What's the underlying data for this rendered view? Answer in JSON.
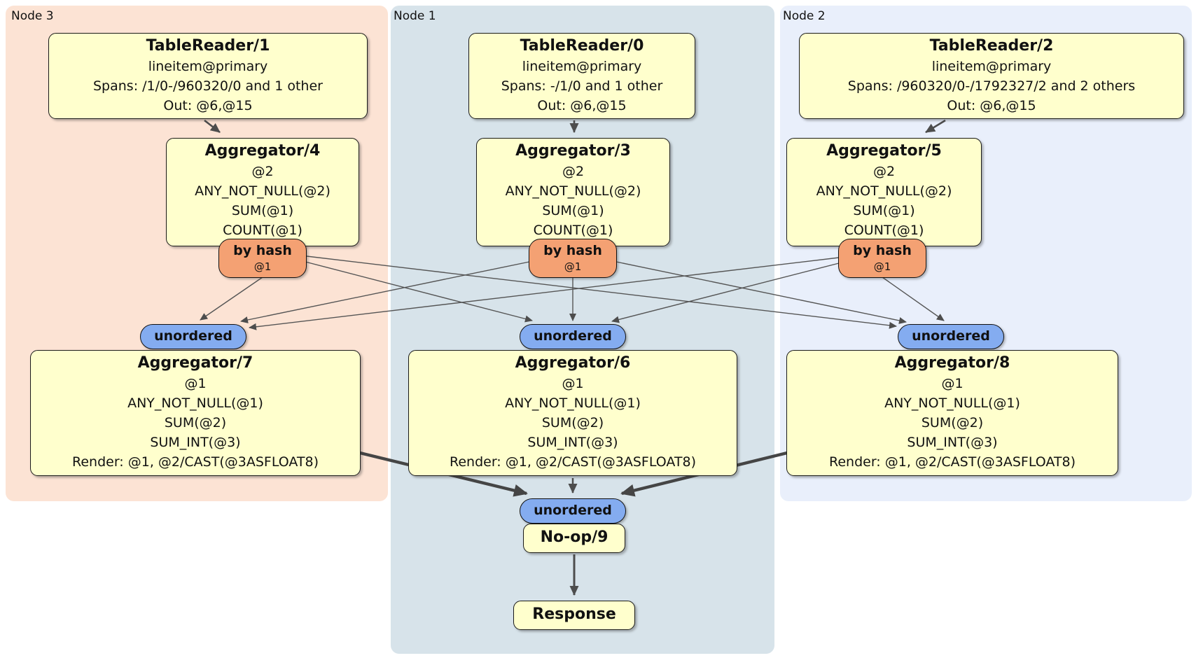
{
  "regions": {
    "node3": {
      "label": "Node 3"
    },
    "node1": {
      "label": "Node 1"
    },
    "node2": {
      "label": "Node 2"
    }
  },
  "processors": {
    "tablereader1": {
      "title": "TableReader/1",
      "lines": [
        "lineitem@primary",
        "Spans: /1/0-/960320/0 and 1 other",
        "Out: @6,@15"
      ]
    },
    "tablereader0": {
      "title": "TableReader/0",
      "lines": [
        "lineitem@primary",
        "Spans: -/1/0 and 1 other",
        "Out: @6,@15"
      ]
    },
    "tablereader2": {
      "title": "TableReader/2",
      "lines": [
        "lineitem@primary",
        "Spans: /960320/0-/1792327/2 and 2 others",
        "Out: @6,@15"
      ]
    },
    "aggregator4": {
      "title": "Aggregator/4",
      "lines": [
        "@2",
        "ANY_NOT_NULL(@2)",
        "SUM(@1)",
        "COUNT(@1)"
      ]
    },
    "aggregator3": {
      "title": "Aggregator/3",
      "lines": [
        "@2",
        "ANY_NOT_NULL(@2)",
        "SUM(@1)",
        "COUNT(@1)"
      ]
    },
    "aggregator5": {
      "title": "Aggregator/5",
      "lines": [
        "@2",
        "ANY_NOT_NULL(@2)",
        "SUM(@1)",
        "COUNT(@1)"
      ]
    },
    "aggregator7": {
      "title": "Aggregator/7",
      "lines": [
        "@1",
        "ANY_NOT_NULL(@1)",
        "SUM(@2)",
        "SUM_INT(@3)",
        "Render: @1, @2/CAST(@3ASFLOAT8)"
      ]
    },
    "aggregator6": {
      "title": "Aggregator/6",
      "lines": [
        "@1",
        "ANY_NOT_NULL(@1)",
        "SUM(@2)",
        "SUM_INT(@3)",
        "Render: @1, @2/CAST(@3ASFLOAT8)"
      ]
    },
    "aggregator8": {
      "title": "Aggregator/8",
      "lines": [
        "@1",
        "ANY_NOT_NULL(@1)",
        "SUM(@2)",
        "SUM_INT(@3)",
        "Render: @1, @2/CAST(@3ASFLOAT8)"
      ]
    },
    "noop": {
      "title": "No-op/9"
    },
    "response": {
      "title": "Response"
    }
  },
  "router": {
    "label": "by hash",
    "detail": "@1"
  },
  "stream": {
    "label": "unordered"
  },
  "colors": {
    "node3_bg": "#fce3d4",
    "node1_bg": "#d7e3ea",
    "node2_bg": "#e9effb",
    "processor_bg": "#ffffcd",
    "router_bg": "#f4a173",
    "stream_bg": "#84acf0",
    "edge": "#4d4d4d"
  }
}
